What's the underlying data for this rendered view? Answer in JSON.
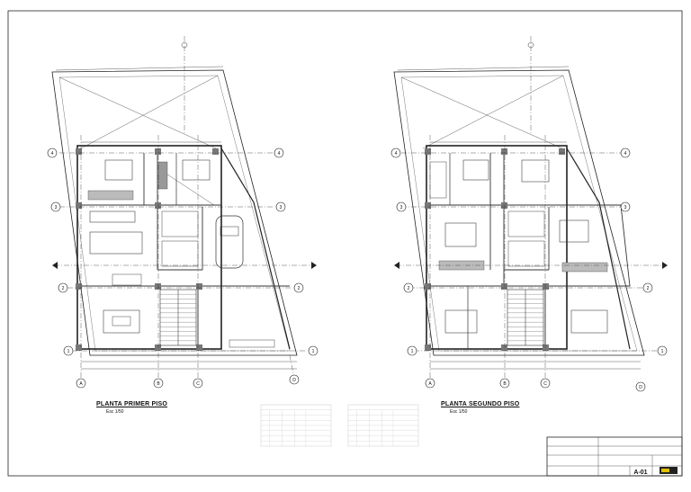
{
  "plans": {
    "first_floor": {
      "title": "PLANTA  PRIMER PISO",
      "scale": "Esc 1/50"
    },
    "second_floor": {
      "title": "PLANTA  SEGUNDO PISO",
      "scale": "Esc 1/50"
    }
  },
  "axes": {
    "numeric": [
      "4",
      "3",
      "2",
      "1"
    ],
    "letters": [
      "A",
      "B",
      "C",
      "D"
    ]
  },
  "title_block": {
    "sheet_number": "A-01"
  },
  "colors": {
    "line": "#1a1a1a",
    "wall": "#555555",
    "hatch": "#9a9a9a"
  }
}
